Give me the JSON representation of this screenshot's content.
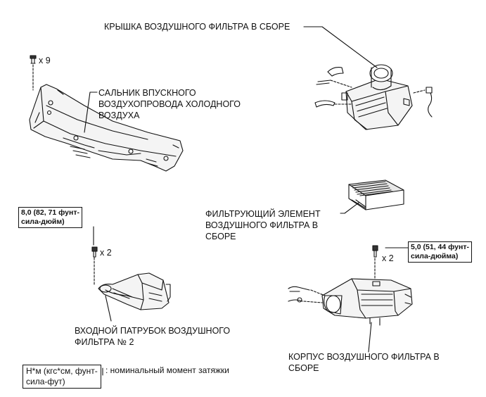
{
  "labels": {
    "air_filter_cap": "КРЫШКА ВОЗДУШНОГО ФИЛЬТРА В СБОРЕ",
    "cold_air_seal": [
      "САЛЬНИК ВПУСКНОГО",
      "ВОЗДУХОПРОВОДА ХОЛОДНОГО",
      "ВОЗДУХА"
    ],
    "filter_element": [
      "ФИЛЬТРУЮЩИЙ ЭЛЕМЕНТ",
      "ВОЗДУШНОГО ФИЛЬТРА В",
      "СБОРЕ"
    ],
    "inlet_pipe": [
      "ВХОДНОЙ ПАТРУБОК ВОЗДУШНОГО",
      "ФИЛЬТРА № 2"
    ],
    "filter_case": [
      "КОРПУС ВОЗДУШНОГО ФИЛЬТРА В",
      "СБОРЕ"
    ]
  },
  "quantities": {
    "seal_clips": "x 9",
    "inlet_bolts": "x 2",
    "case_bolts": "x 2"
  },
  "torques": {
    "inlet": [
      "8,0 (82, 71 фунт-",
      "сила-дюйм)"
    ],
    "case": [
      "5,0 (51, 44 фунт-",
      "сила-дюйма)"
    ]
  },
  "legend": {
    "box": [
      "Н*м (кгс*см, фунт-",
      "сила-фут)"
    ],
    "text": ": номинальный момент затяжки"
  }
}
